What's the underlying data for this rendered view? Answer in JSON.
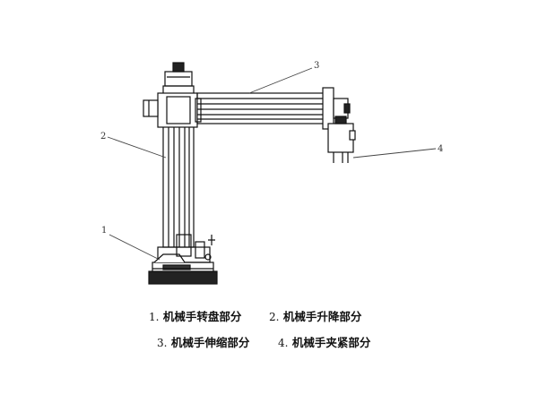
{
  "callouts": {
    "c1": "1",
    "c2": "2",
    "c3": "3",
    "c4": "4"
  },
  "legend": [
    {
      "num": "1.",
      "text": "机械手转盘部分"
    },
    {
      "num": "2.",
      "text": "机械手升降部分"
    },
    {
      "num": "3.",
      "text": "机械手伸缩部分"
    },
    {
      "num": "4.",
      "text": "机械手夹紧部分"
    }
  ]
}
